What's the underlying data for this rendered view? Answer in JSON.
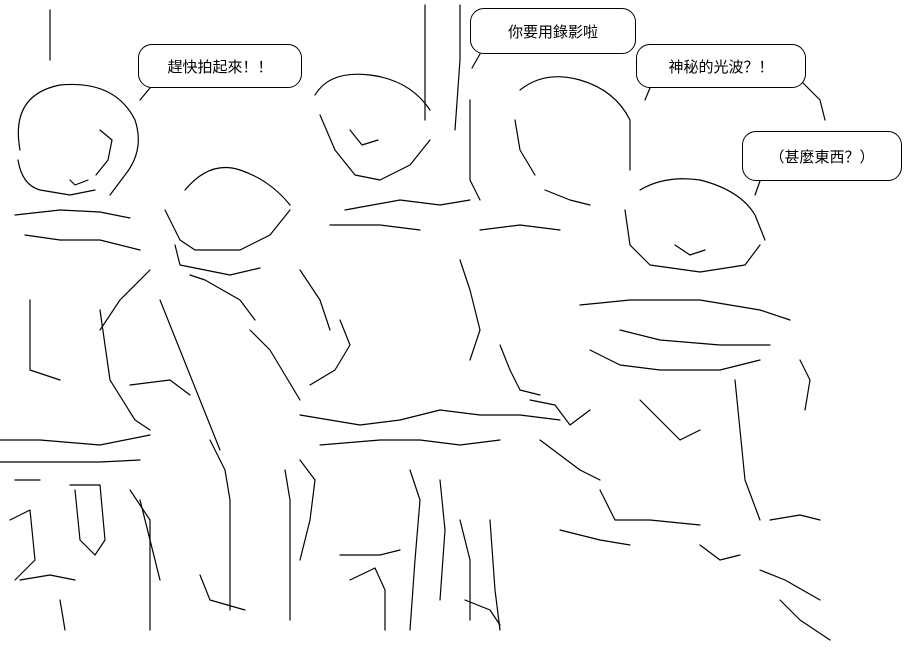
{
  "bubbles": {
    "hurry_record": "趕快拍起來！！",
    "recording": "你要用錄影啦",
    "mysterious_light": "神秘的光波？！",
    "what_is_it": "（甚麼東西？）"
  }
}
